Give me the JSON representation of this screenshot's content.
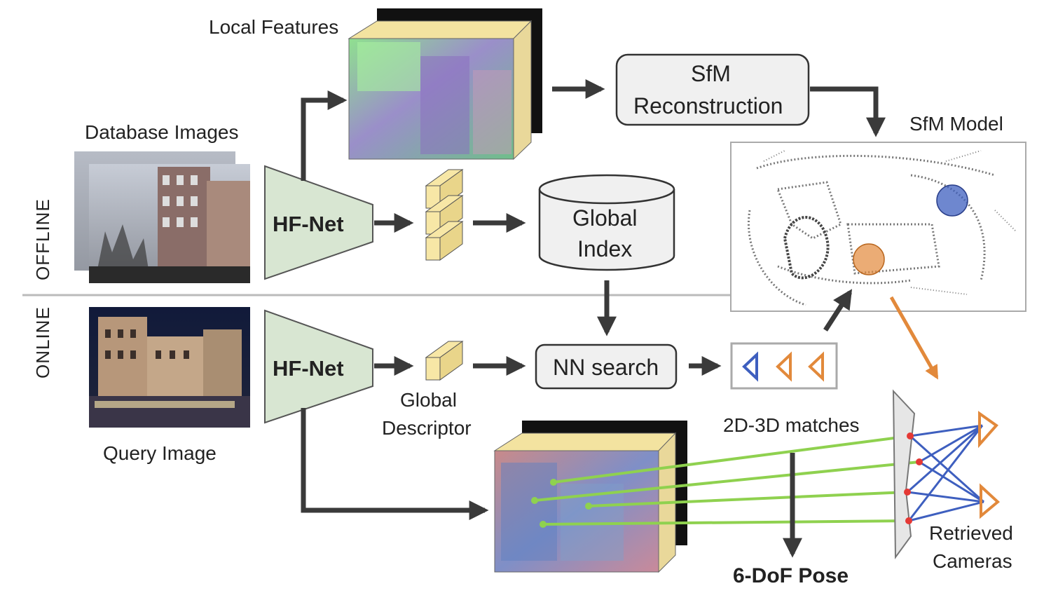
{
  "labels": {
    "local_features": "Local Features",
    "database_images": "Database Images",
    "query_image": "Query Image",
    "sfm_model": "SfM Model",
    "sfm_reconstruction_line1": "SfM",
    "sfm_reconstruction_line2": "Reconstruction",
    "global_index_line1": "Global",
    "global_index_line2": "Index",
    "nn_search": "NN search",
    "global_descriptor_line1": "Global",
    "global_descriptor_line2": "Descriptor",
    "matches_2d3d": "2D-3D matches",
    "pose": "6-DoF Pose",
    "retrieved_cameras_line1": "Retrieved",
    "retrieved_cameras_line2": "Cameras",
    "offline": "OFFLINE",
    "online": "ONLINE",
    "hfnet_offline": "HF-Net",
    "hfnet_online": "HF-Net"
  },
  "colors": {
    "arrow": "#3a3a3a",
    "network_fill": "#d8e6d2",
    "descriptor_fill": "#f7e7a6",
    "box_fill": "#f0f0f0",
    "match_line": "#8fd14f",
    "camera_blue": "#3e5fbf",
    "camera_orange": "#e2893b",
    "keypoint": "#e53935",
    "divider": "#bbbbbb"
  },
  "retrieved_camera_icons": [
    "triangle-left-blue",
    "triangle-left-orange",
    "triangle-left-orange"
  ]
}
